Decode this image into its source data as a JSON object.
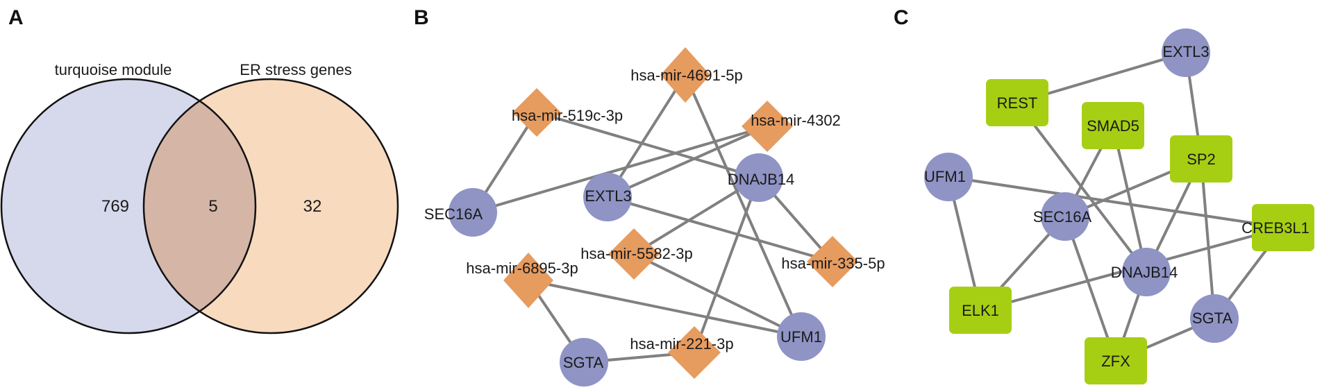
{
  "panels": {
    "A": {
      "label": "A"
    },
    "B": {
      "label": "B"
    },
    "C": {
      "label": "C"
    }
  },
  "venn": {
    "left_set": "turquoise module",
    "right_set": "ER stress genes",
    "left_only": "769",
    "overlap": "5",
    "right_only": "32",
    "colors": {
      "left": "#d6d8ec",
      "right": "#f8dabf",
      "overlap": "#d5b5a6"
    }
  },
  "network_b": {
    "genes": [
      "SEC16A",
      "EXTL3",
      "DNAJB14",
      "UFM1",
      "SGTA"
    ],
    "mirnas": [
      "hsa-mir-4691-5p",
      "hsa-mir-519c-3p",
      "hsa-mir-4302",
      "hsa-mir-5582-3p",
      "hsa-mir-335-5p",
      "hsa-mir-6895-3p",
      "hsa-mir-221-3p"
    ],
    "edges": [
      [
        "hsa-mir-519c-3p",
        "SEC16A"
      ],
      [
        "hsa-mir-519c-3p",
        "DNAJB14"
      ],
      [
        "hsa-mir-4691-5p",
        "EXTL3"
      ],
      [
        "hsa-mir-4691-5p",
        "UFM1"
      ],
      [
        "hsa-mir-4302",
        "SEC16A"
      ],
      [
        "hsa-mir-4302",
        "EXTL3"
      ],
      [
        "EXTL3",
        "hsa-mir-335-5p"
      ],
      [
        "DNAJB14",
        "hsa-mir-335-5p"
      ],
      [
        "DNAJB14",
        "hsa-mir-5582-3p"
      ],
      [
        "DNAJB14",
        "hsa-mir-221-3p"
      ],
      [
        "hsa-mir-5582-3p",
        "UFM1"
      ],
      [
        "hsa-mir-6895-3p",
        "UFM1"
      ],
      [
        "hsa-mir-6895-3p",
        "SGTA"
      ],
      [
        "SGTA",
        "hsa-mir-221-3p"
      ]
    ],
    "colors": {
      "gene": "#8f94c5",
      "mirna": "#e69b5f",
      "edge": "#808080"
    }
  },
  "network_c": {
    "genes": [
      "EXTL3",
      "UFM1",
      "SEC16A",
      "DNAJB14",
      "SGTA"
    ],
    "tfs": [
      "REST",
      "SMAD5",
      "SP2",
      "CREB3L1",
      "ELK1",
      "ZFX"
    ],
    "edges": [
      [
        "REST",
        "EXTL3"
      ],
      [
        "REST",
        "DNAJB14"
      ],
      [
        "EXTL3",
        "SP2"
      ],
      [
        "SMAD5",
        "SEC16A"
      ],
      [
        "SMAD5",
        "DNAJB14"
      ],
      [
        "SP2",
        "SEC16A"
      ],
      [
        "SP2",
        "DNAJB14"
      ],
      [
        "SP2",
        "SGTA"
      ],
      [
        "UFM1",
        "CREB3L1"
      ],
      [
        "UFM1",
        "ELK1"
      ],
      [
        "SEC16A",
        "ELK1"
      ],
      [
        "SEC16A",
        "ZFX"
      ],
      [
        "CREB3L1",
        "ELK1"
      ],
      [
        "CREB3L1",
        "SGTA"
      ],
      [
        "DNAJB14",
        "ZFX"
      ],
      [
        "ZFX",
        "SGTA"
      ]
    ],
    "colors": {
      "gene": "#8f94c5",
      "tf": "#a6cf14",
      "edge": "#808080"
    }
  }
}
